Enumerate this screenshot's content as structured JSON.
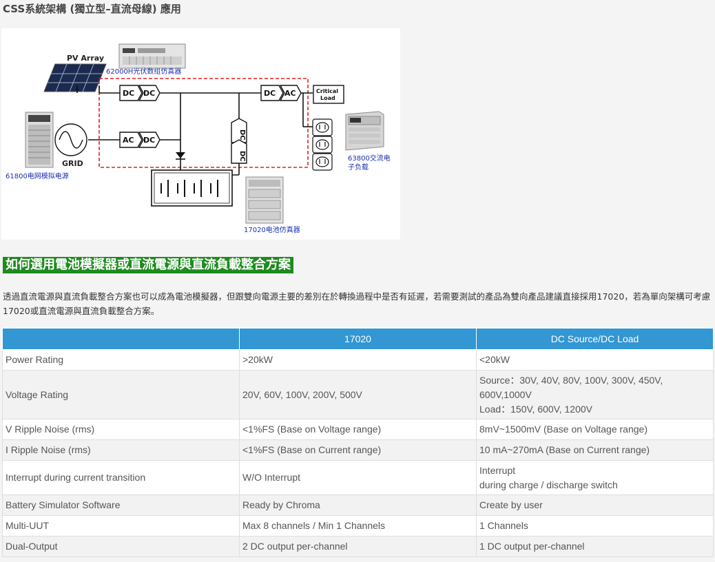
{
  "page": {
    "title": "CSS系統架構 (獨立型–直流母線) 應用"
  },
  "diagram": {
    "pv_array": "PV Array",
    "pv_sim": "62000H光伏数组仿真器",
    "grid": "GRID",
    "grid_sim": "61800电网模拟电源",
    "battery_sim": "17020电池仿真器",
    "ac_load_line1": "63800交流电",
    "ac_load_line2": "子负载",
    "critical_line1": "Critical",
    "critical_line2": "Load",
    "dc": "DC",
    "ac": "AC",
    "colors": {
      "dashed_box": "#e02020",
      "label_blue": "#1a2fb0"
    }
  },
  "section": {
    "heading": "如何選用電池模擬器或直流電源與直流負載整合方案",
    "heading_bg": "#1e8b1e",
    "intro": "透過直流電源與直流負載整合方案也可以成為電池模擬器，但跟雙向電源主要的差別在於轉換過程中是否有延遲，若需要測試的產品為雙向產品建議直接採用17020，若為單向架構可考慮17020或直流電源與直流負載整合方案。"
  },
  "table": {
    "header_bg": "#3297d3",
    "headers": [
      "",
      "17020",
      "DC Source/DC Load"
    ],
    "rows": [
      {
        "name": "Power Rating",
        "a": ">20kW",
        "b": "<20kW"
      },
      {
        "name": "Voltage Rating",
        "a": "20V, 60V, 100V, 200V, 500V",
        "b1": "Source：30V, 40V, 80V, 100V, 300V, 450V,",
        "b2": "600V,1000V",
        "b3": "Load：150V, 600V, 1200V"
      },
      {
        "name": "V Ripple Noise (rms)",
        "a": "<1%FS (Base on Voltage range)",
        "b": "8mV~1500mV (Base on Voltage range)"
      },
      {
        "name": "I Ripple Noise (rms)",
        "a": "<1%FS (Base on Current range)",
        "b": "10 mA~270mA (Base on Current range)"
      },
      {
        "name": "Interrupt during current transition",
        "a": "W/O Interrupt",
        "b1": "Interrupt",
        "b2": "during charge / discharge switch"
      },
      {
        "name": "Battery Simulator Software",
        "a": "Ready by Chroma",
        "b": "Create by user"
      },
      {
        "name": "Multi-UUT",
        "a": "Max 8 channels / Min 1 Channels",
        "b": "1 Channels"
      },
      {
        "name": "Dual-Output",
        "a": "2 DC output per-channel",
        "b": "1 DC output per-channel"
      }
    ]
  }
}
